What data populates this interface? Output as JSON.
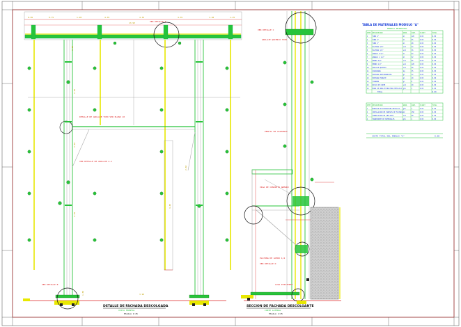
{
  "drawing": {
    "front_view": {
      "title": "DETALLE DE FACHADA DESCOLGADA",
      "subtitle": "VISTA FRONTAL",
      "scale": "ESCALA 1:25",
      "top_dims": [
        "0.85",
        "0.75",
        "1.28",
        "4.35",
        "4.35",
        "4.35",
        "1.28",
        "1.25"
      ],
      "overall_dim": "13.93",
      "bottom_dim": "3.95",
      "vert_dims": [
        "3.60",
        "2.45",
        "2.40",
        "2.60",
        "2.45",
        "3.45",
        "1.60"
      ],
      "notes": [
        "DETALLE DE ANCLAJE TIPO VER PLANO 10",
        "VER DETALLE DE ANCLAJE A-1",
        "VER DETALLE A",
        "VER DETALLE B"
      ]
    },
    "section_view": {
      "title": "SECCION DE FACHADA DESCOLGANTE",
      "subtitle": "CORTE LATERAL",
      "scale": "ESCALA 1:25",
      "notes": [
        "VER DETALLE C",
        "ANCLAJE QUIMICO TIPO",
        "PERFIL DE ALUMINIO",
        "VIGA DE CONCRETO ARMADO",
        "PLATINA DE ACERO 1/4",
        "VER DETALLE D",
        "LOSA EXISTENTE"
      ]
    }
  },
  "materials_table": {
    "title": "TABLA DE MATERIALES MODULO \"A\"",
    "subtitle": "MODULO PRINCIPAL",
    "columns": [
      "ITEM",
      "DESCRIPCION",
      "UNID.",
      "CANT.",
      "P.UNIT",
      "TOTAL"
    ],
    "rows": [
      [
        "1",
        "TUBO 4\"",
        "ml",
        "120",
        "0.00",
        "0.00"
      ],
      [
        "2",
        "TUBO 3\"",
        "ml",
        "95",
        "0.00",
        "0.00"
      ],
      [
        "3",
        "TUBO 2\"",
        "ml",
        "48",
        "0.00",
        "0.00"
      ],
      [
        "4",
        "PLATINA 3/8\"",
        "und",
        "24",
        "0.00",
        "0.00"
      ],
      [
        "5",
        "PLATINA 1/4\"",
        "und",
        "36",
        "0.00",
        "0.00"
      ],
      [
        "6",
        "ANGULO 2\"x2\"",
        "ml",
        "64",
        "0.00",
        "0.00"
      ],
      [
        "7",
        "ANGULO 1 1/2\"",
        "ml",
        "52",
        "0.00",
        "0.00"
      ],
      [
        "8",
        "PERNO 5/8\"",
        "und",
        "96",
        "0.00",
        "0.00"
      ],
      [
        "9",
        "PERNO 1/2\"",
        "und",
        "120",
        "0.00",
        "0.00"
      ],
      [
        "10",
        "ANCLAJE QUIMICO",
        "und",
        "48",
        "0.00",
        "0.00"
      ],
      [
        "11",
        "SOLDADURA",
        "kg",
        "35",
        "0.00",
        "0.00"
      ],
      [
        "12",
        "PINTURA ANTICORROSIVA",
        "gl",
        "12",
        "0.00",
        "0.00"
      ],
      [
        "13",
        "PINTURA ESMALTE",
        "gl",
        "10",
        "0.00",
        "0.00"
      ],
      [
        "14",
        "THINNER",
        "gl",
        "8",
        "0.00",
        "0.00"
      ],
      [
        "15",
        "DISCO DE CORTE",
        "und",
        "20",
        "0.00",
        "0.00"
      ],
      [
        "16",
        "MANO DE OBRA ESTRUCTURA METALICA",
        "glb",
        "1",
        "0.00",
        "0.00"
      ]
    ],
    "total_label": "TOTAL",
    "total_value": "0.00"
  },
  "labor_table": {
    "columns": [
      "ITEM",
      "DESCRIPCION",
      "UNID.",
      "CANT.",
      "P.UNIT",
      "TOTAL"
    ],
    "rows": [
      [
        "1",
        "MONTAJE DE ESTRUCTURA METALICA",
        "glb",
        "1",
        "0.00",
        "0.00"
      ],
      [
        "2",
        "INSTALACION DE PANELES DE FACHADA",
        "m2",
        "150",
        "0.00",
        "0.00"
      ],
      [
        "3",
        "FABRICACION DE ANCLAJES",
        "und",
        "48",
        "0.00",
        "0.00"
      ],
      [
        "4",
        "TRANSPORTE DE MATERIALES",
        "glb",
        "1",
        "0.00",
        "0.00"
      ]
    ]
  },
  "grand_total": {
    "label": "COSTO TOTAL DEL MODULO \"A\"",
    "value": "0.00"
  }
}
